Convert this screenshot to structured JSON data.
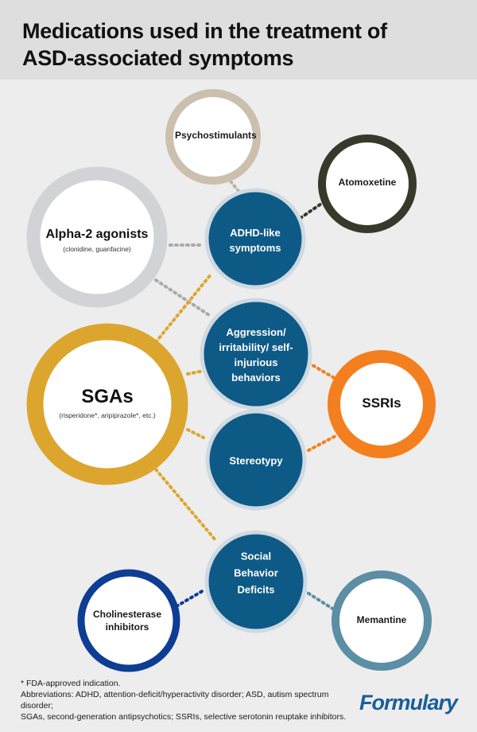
{
  "header": {
    "title_line1": "Medications used in the treatment of",
    "title_line2": "ASD-associated symptoms"
  },
  "colors": {
    "symptom_fill": "#0e5a87",
    "symptom_ring": "#cfd9e2",
    "psychostimulants_ring": "#cbbfae",
    "atomoxetine_ring": "#37392b",
    "alpha2_ring": "#d2d3d5",
    "sgas_ring": "#dca62e",
    "ssris_ring": "#f47f1f",
    "cholinesterase_ring": "#0e3d94",
    "memantine_ring": "#5c8ea5",
    "logo": "#1a5e9a"
  },
  "symptoms": {
    "adhd": "ADHD-like symptoms",
    "aggression": "Aggression/ irritability/ self-injurious behaviors",
    "stereotypy": "Stereotypy",
    "social": "Social Behavior Deficits"
  },
  "medications": {
    "psychostimulants": "Psychostimulants",
    "atomoxetine": "Atomoxetine",
    "alpha2": {
      "name": "Alpha-2 agonists",
      "examples": "(clonidine, guanfacine)"
    },
    "sgas": {
      "name": "SGAs",
      "examples": "(risperidone*, aripiprazole*, etc.)"
    },
    "ssris": "SSRIs",
    "cholinesterase": "Cholinesterase inhibitors",
    "memantine": "Memantine"
  },
  "footnote": {
    "fda": "* FDA-approved indication.",
    "abbreviations_line1": "Abbreviations:  ADHD, attention-deficit/hyperactivity disorder; ASD, autism spectrum disorder;",
    "abbreviations_line2": "SGAs, second-generation antipsychotics; SSRIs, selective serotonin reuptake inhibitors."
  },
  "logo": "Formulary"
}
